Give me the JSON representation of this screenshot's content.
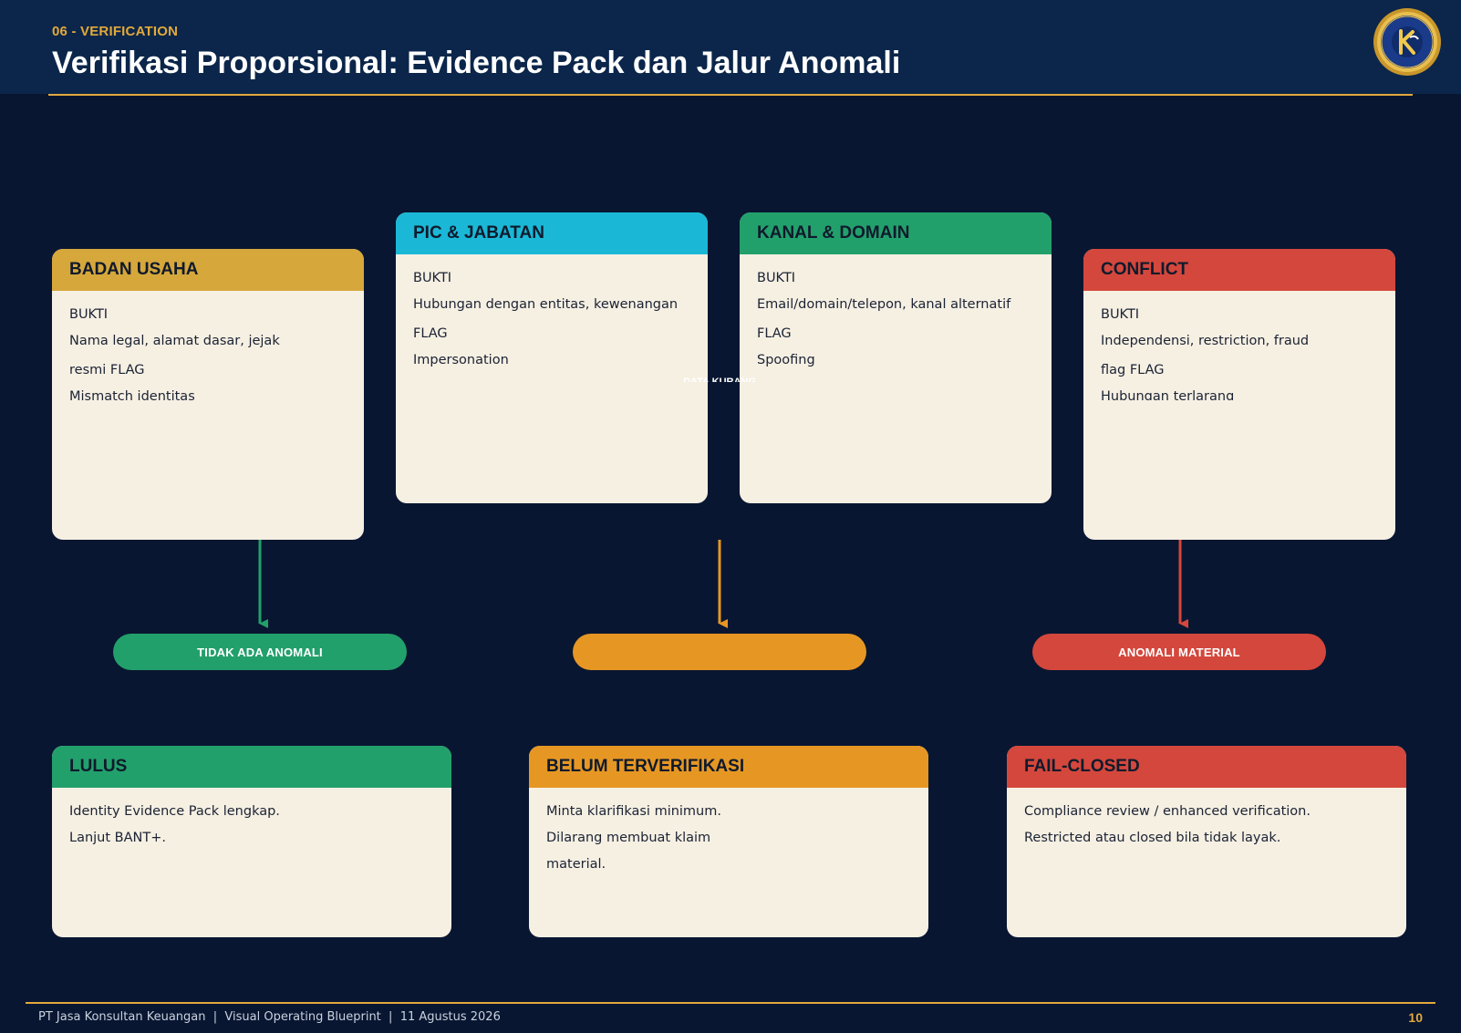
{
  "header": {
    "kicker": "06 - VERIFICATION",
    "title": "Verifikasi Proporsional: Evidence Pack dan Jalur Anomali"
  },
  "evidence_cards": [
    {
      "title": "BADAN USAHA",
      "color": "#d6a73b",
      "lines": [
        "BUKTI",
        "Nama legal, alamat dasar, jejak",
        "resmi FLAG",
        "Mismatch identitas"
      ]
    },
    {
      "title": "PIC & JABATAN",
      "color": "#1ab8d6",
      "lines": [
        "BUKTI",
        "Hubungan dengan entitas, kewenangan",
        "FLAG",
        "Impersonation"
      ]
    },
    {
      "title": "KANAL & DOMAIN",
      "color": "#22a06b",
      "lines": [
        "BUKTI",
        "Email/domain/telepon, kanal alternatif",
        "FLAG",
        "Spoofing"
      ]
    },
    {
      "title": "CONFLICT",
      "color": "#d4473c",
      "lines": [
        "BUKTI",
        "Independensi, restriction, fraud",
        "flag FLAG",
        "Hubungan terlarang"
      ]
    }
  ],
  "center_label": "DATA KURANG",
  "pills": [
    {
      "label": "TIDAK ADA ANOMALI",
      "color": "#22a06b"
    },
    {
      "label": "",
      "color": "#e69723"
    },
    {
      "label": "ANOMALI MATERIAL",
      "color": "#d4473c"
    }
  ],
  "outcomes": [
    {
      "title": "LULUS",
      "color": "#22a06b",
      "lines": [
        "Identity Evidence Pack lengkap.",
        "Lanjut BANT+."
      ]
    },
    {
      "title": "BELUM TERVERIFIKASI",
      "color": "#e69723",
      "lines": [
        "Minta klarifikasi minimum.",
        "Dilarang membuat klaim",
        "material."
      ]
    },
    {
      "title": "FAIL-CLOSED",
      "color": "#d4473c",
      "lines": [
        "Compliance review / enhanced verification.",
        "Restricted atau closed bila tidak layak."
      ]
    }
  ],
  "footer": {
    "left": "PT Jasa Konsultan Keuangan  |  Visual Operating Blueprint  |  11 Agustus 2026",
    "page": "10"
  },
  "colors": {
    "background": "#081631",
    "header_bg": "#0b264a",
    "accent": "#e3a93c",
    "card_bg": "#f6f0e3"
  }
}
